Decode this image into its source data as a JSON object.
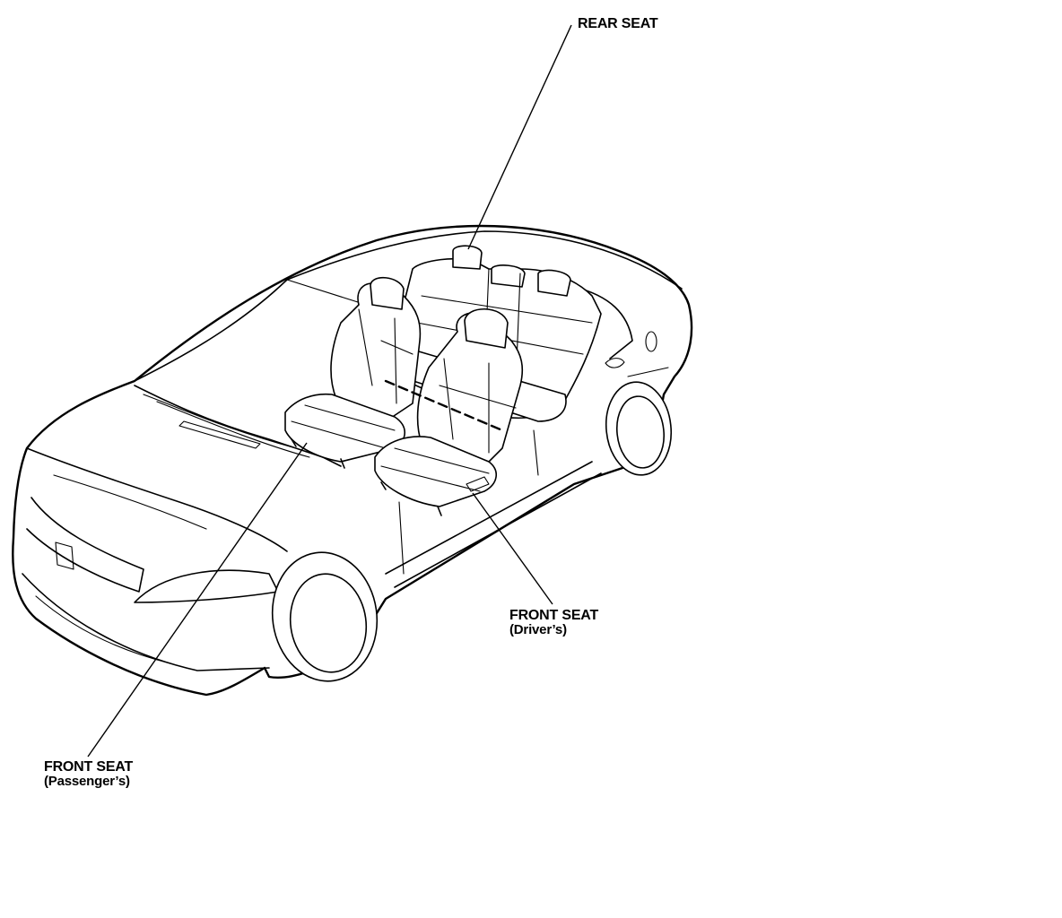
{
  "callouts": {
    "rear_seat": "REAR SEAT",
    "front_seat_driver": {
      "line1": "FRONT SEAT",
      "line2": "(Driver’s)"
    },
    "front_seat_passenger": {
      "line1": "FRONT SEAT",
      "line2": "(Passenger’s)"
    }
  },
  "colors": {
    "line": "#000000",
    "background": "#ffffff"
  }
}
